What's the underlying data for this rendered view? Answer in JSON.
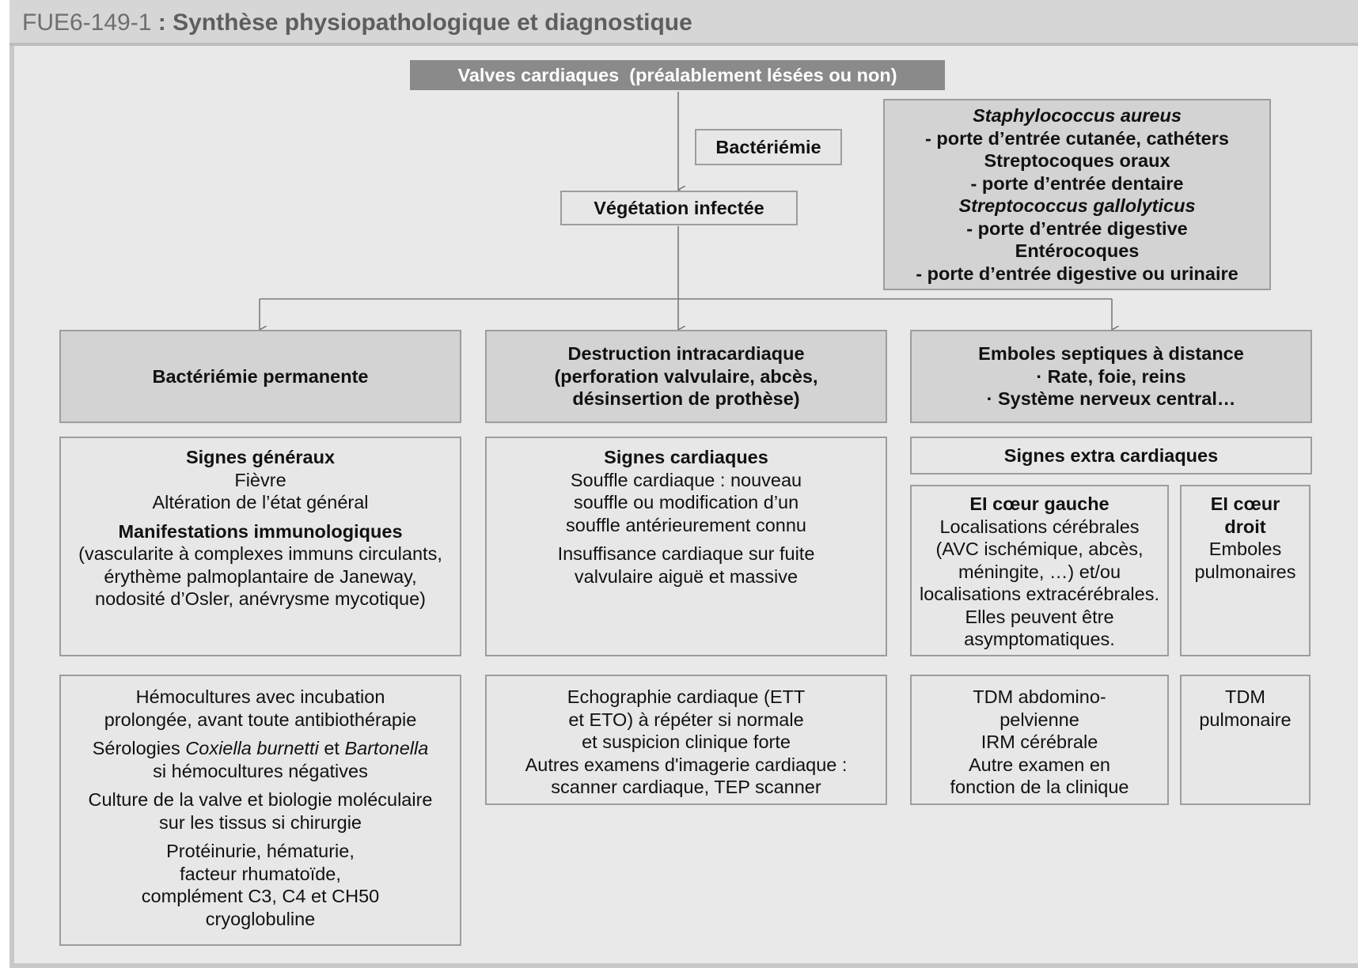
{
  "title": {
    "code": "FUE6-149-1",
    "separator": " : ",
    "text": "Synthèse physiopathologique et diagnostique"
  },
  "root": "Valves cardiaques  (préalablement lésées ou non)",
  "bacteremia": "Bactériémie",
  "vegetation": "Végétation infectée",
  "pathogens": [
    {
      "text": "Staphylococcus aureus",
      "style": "bi"
    },
    {
      "text": "- porte d’entrée cutanée, cathéters",
      "style": "b"
    },
    {
      "text": "Streptocoques oraux",
      "style": "b"
    },
    {
      "text": "- porte d’entrée dentaire",
      "style": "b"
    },
    {
      "text": "Streptococcus gallolyticus",
      "style": "bi"
    },
    {
      "text": "- porte d’entrée digestive",
      "style": "b"
    },
    {
      "text": "Entérocoques",
      "style": "b"
    },
    {
      "text": "- porte d’entrée digestive ou urinaire",
      "style": "b"
    }
  ],
  "mechanisms": {
    "bacteremia_permanent": [
      "Bactériémie permanente"
    ],
    "destruction": [
      "Destruction intracardiaque",
      "(perforation valvulaire, abcès,",
      "désinsertion de prothèse)"
    ],
    "emboli": [
      "Emboles septiques à distance",
      "· Rate, foie, reins",
      "· Système nerveux central…"
    ]
  },
  "signs": {
    "general": {
      "heading": "Signes généraux",
      "lines": [
        "Fièvre",
        "Altération de l’état général"
      ],
      "heading2": "Manifestations immunologiques",
      "lines2": [
        "(vascularite à complexes immuns circulants,",
        "érythème palmoplantaire de Janeway,",
        "nodosité d’Osler, anévrysme mycotique)"
      ]
    },
    "cardiac": {
      "heading": "Signes cardiaques",
      "lines": [
        "Souffle cardiaque : nouveau",
        "souffle ou modification d’un",
        "souffle antérieurement connu"
      ],
      "lines2": [
        "Insuffisance cardiaque sur fuite",
        "valvulaire aiguë et massive"
      ]
    },
    "extra": {
      "heading": "Signes extra cardiaques",
      "left_heading": "EI cœur gauche",
      "left_lines": [
        "Localisations cérébrales",
        "(AVC ischémique, abcès,",
        "méningite, …) et/ou",
        "localisations extracérébrales.",
        "Elles peuvent être",
        "asymptomatiques."
      ],
      "right_heading": [
        "EI cœur",
        "droit"
      ],
      "right_lines": [
        "Emboles",
        "pulmonaires"
      ]
    }
  },
  "exams": {
    "biology": {
      "group1": [
        "Hémocultures avec incubation",
        "prolongée, avant toute antibiothérapie"
      ],
      "serology_prefix": "Sérologies ",
      "serology_org1": "Coxiella burnetti",
      "serology_mid": " et ",
      "serology_org2": "Bartonella",
      "serology_line2": "si hémocultures négatives",
      "group3": [
        "Culture de la valve et biologie moléculaire",
        "sur les tissus si chirurgie"
      ],
      "group4": [
        "Protéinurie, hématurie,",
        "facteur rhumatoïde,",
        "complément C3, C4 et CH50",
        "cryoglobuline"
      ]
    },
    "imaging": [
      "Echographie cardiaque (ETT",
      "et ETO) à répéter si normale",
      "et suspicion clinique forte",
      "Autres examens d'imagerie cardiaque :",
      "scanner cardiaque, TEP scanner"
    ],
    "left_imaging": [
      "TDM abdomino-",
      "pelvienne",
      "IRM cérébrale",
      "Autre examen en",
      "fonction de la clinique"
    ],
    "right_imaging": [
      "TDM",
      "pulmonaire"
    ]
  }
}
